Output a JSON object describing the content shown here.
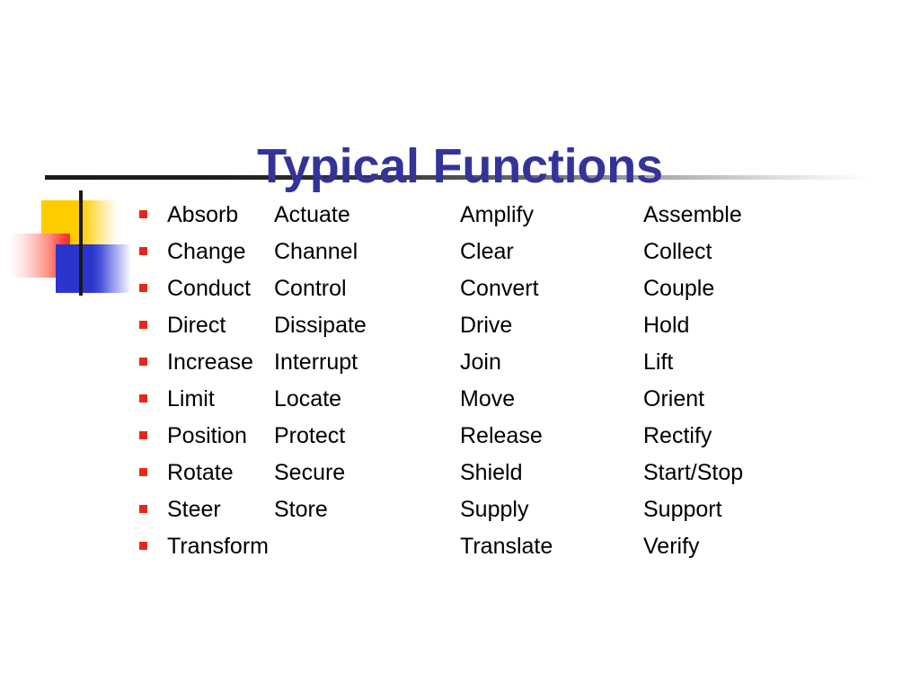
{
  "slide": {
    "title": "Typical Functions",
    "title_color": "#333399",
    "background_color": "#ffffff",
    "bullet_color": "#E8271B",
    "text_color": "#000000",
    "logo": {
      "yellow_square_color": "#FFCC00",
      "red_rect_color": "#FF2A22",
      "blue_square_color": "#2B35CC",
      "vertical_line_color": "#1A1A1A",
      "horizontal_rule_color": "#1A1A1A"
    }
  },
  "functions": {
    "columns": 4,
    "rows": [
      [
        "Absorb",
        "Actuate",
        "Amplify",
        "Assemble"
      ],
      [
        "Change",
        "Channel",
        "Clear",
        "Collect"
      ],
      [
        "Conduct",
        "Control",
        "Convert",
        "Couple"
      ],
      [
        "Direct",
        "Dissipate",
        "Drive",
        "Hold"
      ],
      [
        "Increase",
        "Interrupt",
        "Join",
        "Lift"
      ],
      [
        "Limit",
        "Locate",
        "Move",
        "Orient"
      ],
      [
        "Position",
        "Protect",
        "Release",
        "Rectify"
      ],
      [
        "Rotate",
        "Secure",
        "Shield",
        "Start/Stop"
      ],
      [
        "Steer",
        "Store",
        "Supply",
        "Support"
      ],
      [
        "Transform",
        "",
        "Translate",
        "Verify"
      ]
    ]
  }
}
